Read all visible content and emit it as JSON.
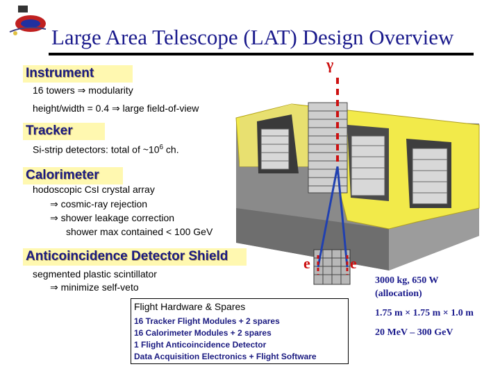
{
  "title": "Large Area Telescope (LAT) Design Overview",
  "gamma_symbol": "γ",
  "electron_label": "e",
  "positron_label": "e",
  "instrument": {
    "heading": "Instrument",
    "lines": [
      "16 towers ⇒ modularity",
      "height/width = 0.4 ⇒ large field-of-view"
    ]
  },
  "tracker": {
    "heading": "Tracker",
    "line_prefix": "Si-strip detectors: total of ~10",
    "line_exp": "6",
    "line_suffix": " ch."
  },
  "calorimeter": {
    "heading": "Calorimeter",
    "lines": [
      "hodoscopic CsI crystal array",
      "⇒ cosmic-ray rejection",
      "⇒ shower leakage correction",
      "shower max contained < 100 GeV"
    ]
  },
  "acd": {
    "heading": "Anticoincidence Detector Shield",
    "lines": [
      "segmented plastic scintillator",
      "⇒ minimize self-veto"
    ]
  },
  "hardware": {
    "title": "Flight Hardware & Spares",
    "items": [
      "16 Tracker Flight Modules + 2 spares",
      "16 Calorimeter Modules + 2 spares",
      "1 Flight Anticoincidence Detector",
      "Data Acquisition Electronics + Flight Software"
    ]
  },
  "specs": {
    "mass_power": "3000 kg,  650 W",
    "allocation": "(allocation)",
    "dimensions": "1.75 m × 1.75 m × 1.0 m",
    "energy_range": "20 MeV – 300 GeV"
  },
  "colors": {
    "title": "#1a1a8c",
    "heading_bg": "#fff8b0",
    "particle_track": "#cc1010",
    "acd_yellow": "#f2ea4a"
  }
}
